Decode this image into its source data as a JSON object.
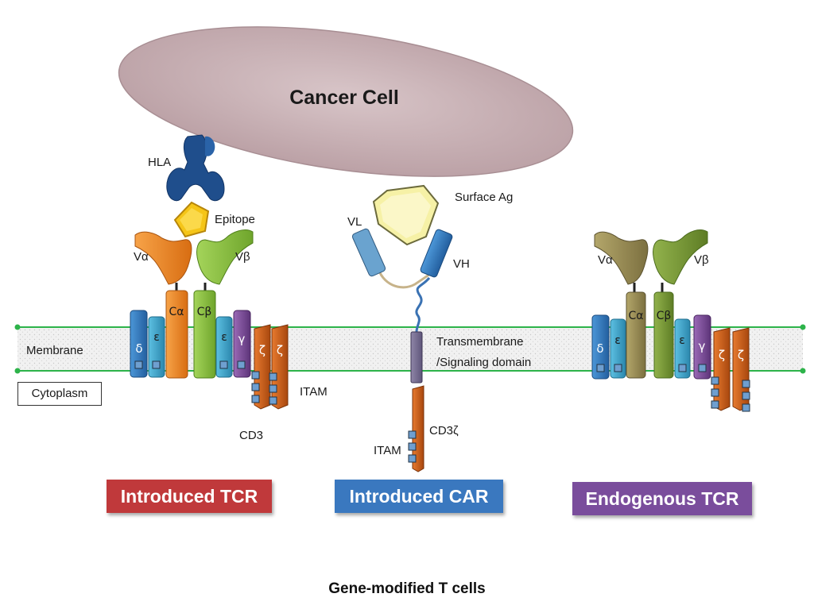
{
  "cancer_cell": {
    "label": "Cancer Cell"
  },
  "membrane": {
    "label": "Membrane",
    "cytoplasm_label": "Cytoplasm"
  },
  "introduced_tcr": {
    "hla": "HLA",
    "epitope": "Epitope",
    "v_alpha": "Vα",
    "v_beta": "Vβ",
    "c_alpha": "Cα",
    "c_beta": "Cβ",
    "delta": "δ",
    "epsilon_left": "ε",
    "epsilon_right": "ε",
    "gamma": "γ",
    "zeta1": "ζ",
    "zeta2": "ζ",
    "itam": "ITAM",
    "cd3": "CD3"
  },
  "introduced_car": {
    "surface_ag": "Surface Ag",
    "vl": "VL",
    "vh": "VH",
    "tm_line1": "Transmembrane",
    "tm_line2": "/Signaling domain",
    "cd3z": "CD3ζ",
    "itam": "ITAM"
  },
  "endogenous_tcr": {
    "v_alpha": "Vα",
    "v_beta": "Vβ",
    "c_alpha": "Cα",
    "c_beta": "Cβ",
    "delta": "δ",
    "epsilon_left": "ε",
    "epsilon_right": "ε",
    "gamma": "γ",
    "zeta1": "ζ",
    "zeta2": "ζ"
  },
  "banners": {
    "introduced_tcr": "Introduced TCR",
    "introduced_car": "Introduced CAR",
    "endogenous_tcr": "Endogenous TCR"
  },
  "footer": {
    "title": "Gene-modified T cells"
  },
  "colors": {
    "cell": "#c9b1b5",
    "membrane_line": "#2db34a",
    "tcr_banner": "#c0393b",
    "car_banner": "#3a78bf",
    "endo_banner": "#7a4d9c",
    "hla": "#1f4e8c",
    "epitope": "#f5c518",
    "alpha_chain": "#f08a24",
    "beta_chain": "#8cc63f",
    "cd3_blue": "#2f7ec4",
    "cd3_teal": "#3aa6cf",
    "gamma": "#7d4a98",
    "zeta": "#d2601a"
  }
}
